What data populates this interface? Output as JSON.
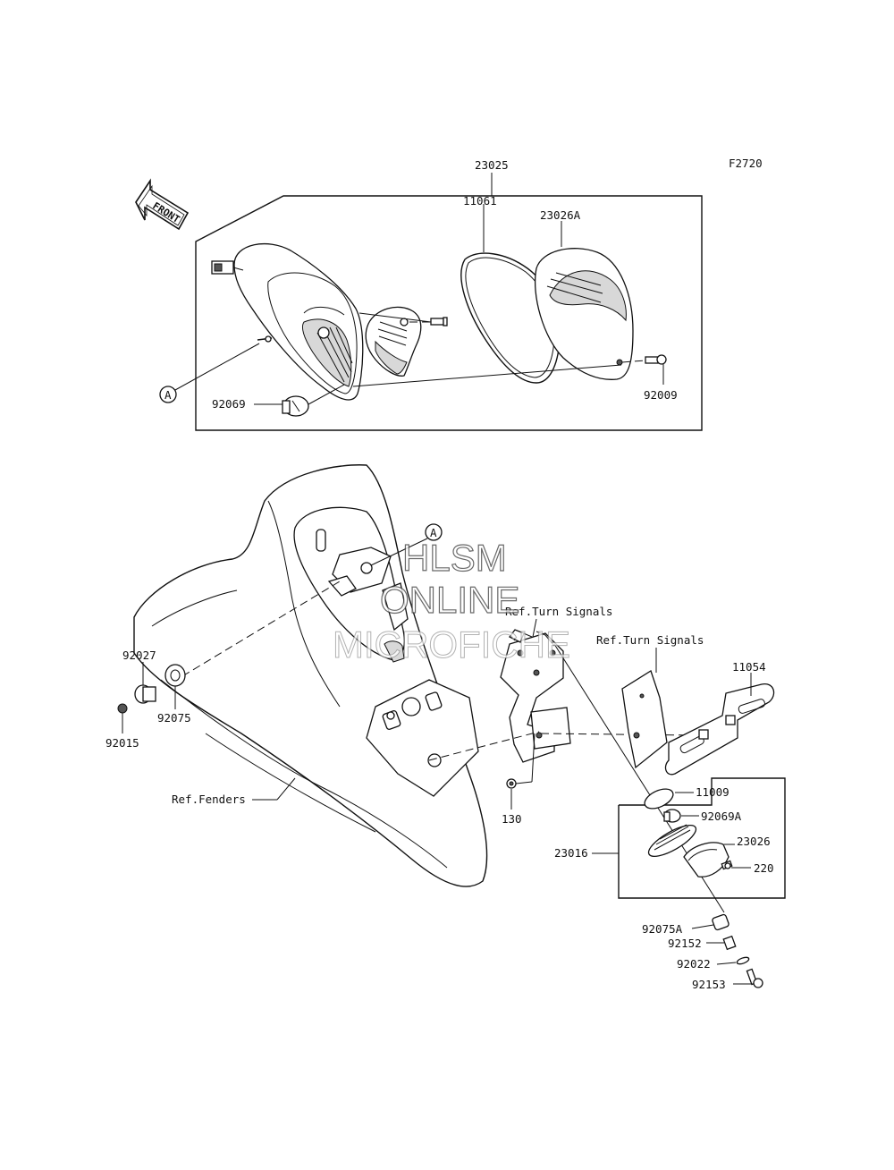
{
  "figure_code": "F2720",
  "front_label": "FRONT",
  "watermark": {
    "line1": "HLSM",
    "line2": "ONLINE",
    "line3": "MICROFICHE"
  },
  "ref_labels": {
    "turn_signals_1": "Ref.Turn Signals",
    "turn_signals_2": "Ref.Turn Signals",
    "fenders": "Ref.Fenders"
  },
  "markers": {
    "a_upper": "A",
    "a_lower": "A"
  },
  "parts": {
    "p23025": "23025",
    "p11061": "11061",
    "p23026A": "23026A",
    "p92069": "92069",
    "p92009": "92009",
    "p92027": "92027",
    "p92075": "92075",
    "p92015": "92015",
    "p11054": "11054",
    "p130": "130",
    "p11009": "11009",
    "p92069A": "92069A",
    "p23016": "23016",
    "p23026": "23026",
    "p220": "220",
    "p92075A": "92075A",
    "p92152": "92152",
    "p92022": "92022",
    "p92153": "92153"
  }
}
